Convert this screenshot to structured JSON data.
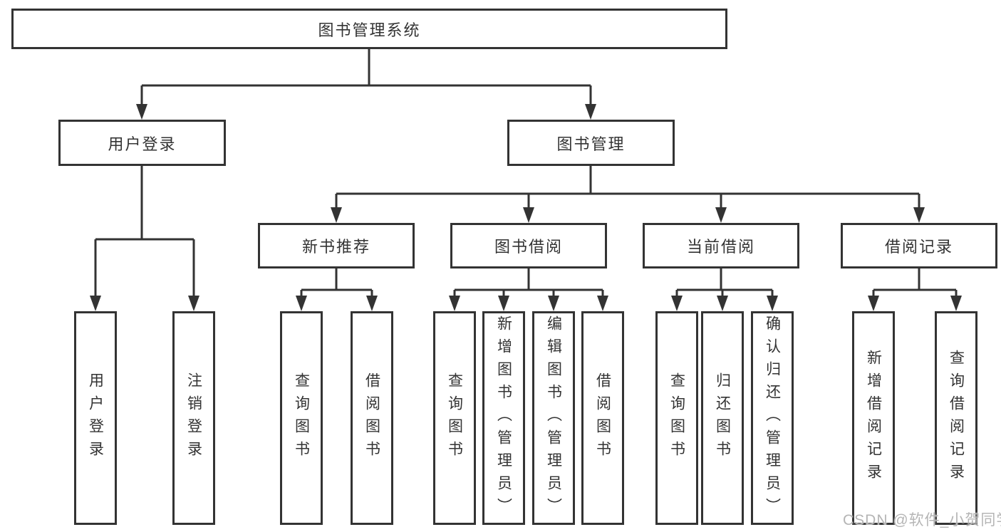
{
  "tree": {
    "root": {
      "label": "图书管理系统"
    },
    "level1": [
      {
        "label": "用户登录"
      },
      {
        "label": "图书管理"
      }
    ],
    "level2": [
      {
        "label": "新书推荐"
      },
      {
        "label": "图书借阅"
      },
      {
        "label": "当前借阅"
      },
      {
        "label": "借阅记录"
      }
    ],
    "leaves": {
      "user_login": [
        {
          "label": "用户登录"
        },
        {
          "label": "注销登录"
        }
      ],
      "new_book_recommend": [
        {
          "label": "查询图书"
        },
        {
          "label": "借阅图书"
        }
      ],
      "book_borrow": [
        {
          "label": "查询图书"
        },
        {
          "label": "新增图书（管理员）"
        },
        {
          "label": "编辑图书（管理员）"
        },
        {
          "label": "借阅图书"
        }
      ],
      "current_borrow": [
        {
          "label": "查询图书"
        },
        {
          "label": "归还图书"
        },
        {
          "label": "确认归还（管理员）"
        }
      ],
      "borrow_records": [
        {
          "label": "新增借阅记录"
        },
        {
          "label": "查询借阅记录"
        }
      ]
    }
  },
  "watermark": {
    "text": "CSDN @软件_小贺同学"
  },
  "colors": {
    "line": "#333333",
    "text": "#333333",
    "watermark": "#b5b5b5",
    "background": "#ffffff"
  }
}
